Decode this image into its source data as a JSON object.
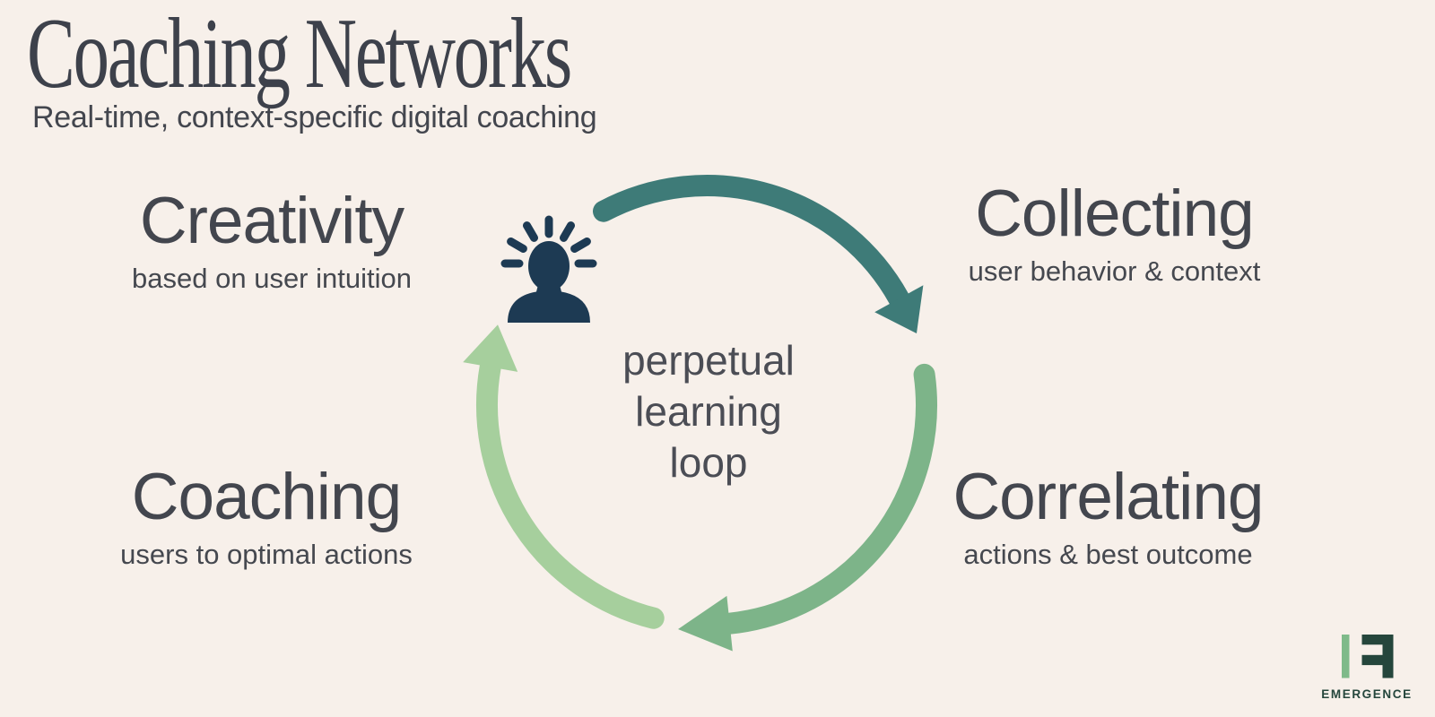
{
  "header": {
    "title": "Coaching Networks",
    "subtitle": "Real-time, context-specific digital coaching"
  },
  "loop": {
    "center_label": [
      "perpetual",
      "learning",
      "loop"
    ],
    "stages": [
      {
        "id": "creativity",
        "title": "Creativity",
        "subtitle": "based on user intuition",
        "position": "top-left"
      },
      {
        "id": "collecting",
        "title": "Collecting",
        "subtitle": "user behavior & context",
        "position": "top-right"
      },
      {
        "id": "correlating",
        "title": "Correlating",
        "subtitle": "actions & best outcome",
        "position": "bottom-right"
      },
      {
        "id": "coaching",
        "title": "Coaching",
        "subtitle": "users to optimal actions",
        "position": "bottom-left"
      }
    ],
    "icon": "inspired-person-icon",
    "direction": "clockwise"
  },
  "logo": {
    "wordmark": "EMERGENCE",
    "mark": "emergence-e-logo"
  },
  "colors": {
    "background": "#f7f0ea",
    "ink": "#43464e",
    "ink_center": "#4b4d55",
    "title_ink": "#3d414b",
    "navy": "#1d3a53",
    "arc_teal": "#3e7b78",
    "arc_green": "#7db489",
    "arc_light_green": "#a6cf9d",
    "logo_dark": "#25463c",
    "logo_green": "#7fba8a"
  }
}
